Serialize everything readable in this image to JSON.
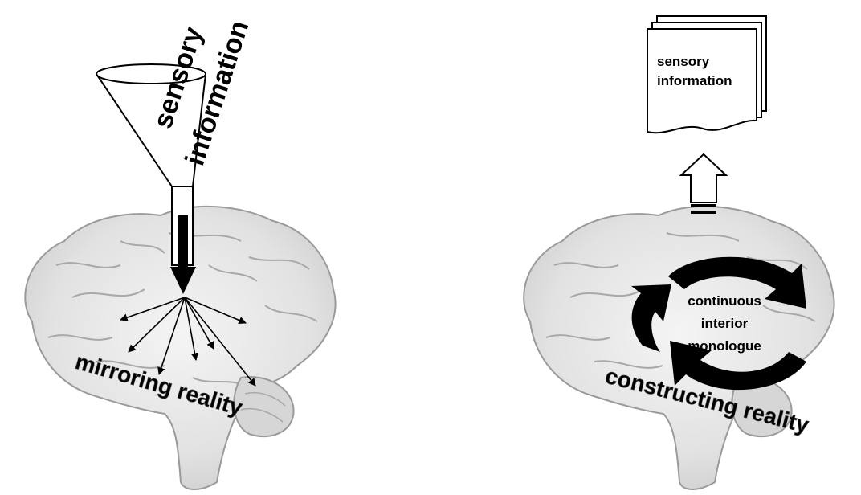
{
  "left_panel": {
    "funnel_text_line1": "sensory",
    "funnel_text_line2": "information",
    "caption": "mirroring reality"
  },
  "right_panel": {
    "document_text_line1": "sensory",
    "document_text_line2": "information",
    "cycle_text_line1": "continuous",
    "cycle_text_line2": "interior",
    "cycle_text_line3": "monologue",
    "caption": "constructing reality"
  }
}
